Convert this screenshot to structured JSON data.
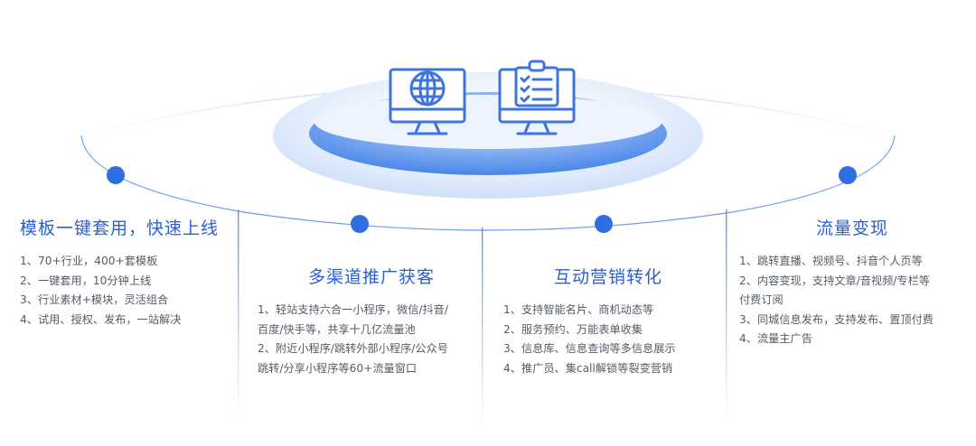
{
  "colors": {
    "accent": "#2a6fe0",
    "title": "#2a5fd6",
    "text": "#555c66",
    "ellipse_outer": "#dce9fb",
    "ellipse_inner": "#3f7fe8"
  },
  "icons": [
    "globe-monitor-icon",
    "clipboard-checklist-icon"
  ],
  "columns": [
    {
      "title": "模板一键套用，快速上线",
      "items": [
        "1、70+行业，400+套模板",
        "2、一键套用，10分钟上线",
        "3、行业素材+模块，灵活组合",
        "4、试用、授权、发布，一站解决"
      ]
    },
    {
      "title": "多渠道推广获客",
      "items": [
        "1、轻站支持六合一小程序，微信/抖音/",
        "百度/快手等，共享十几亿流量池",
        "2、附近小程序/跳转外部小程序/公众号",
        "跳转/分享小程序等60+流量窗口"
      ]
    },
    {
      "title": "互动营销转化",
      "items": [
        "1、支持智能名片、商机动态等",
        "2、服务预约、万能表单收集",
        "3、信息库、信息查询等多信息展示",
        "4、推广员、集call解锁等裂变营销"
      ]
    },
    {
      "title": "流量变现",
      "items": [
        "1、跳转直播、视频号、抖音个人页等",
        "2、内容变现，支持文章/音视频/专栏等",
        "付费订阅",
        "3、同城信息发布，支持发布、置顶付费",
        "4、流量主广告"
      ]
    }
  ]
}
